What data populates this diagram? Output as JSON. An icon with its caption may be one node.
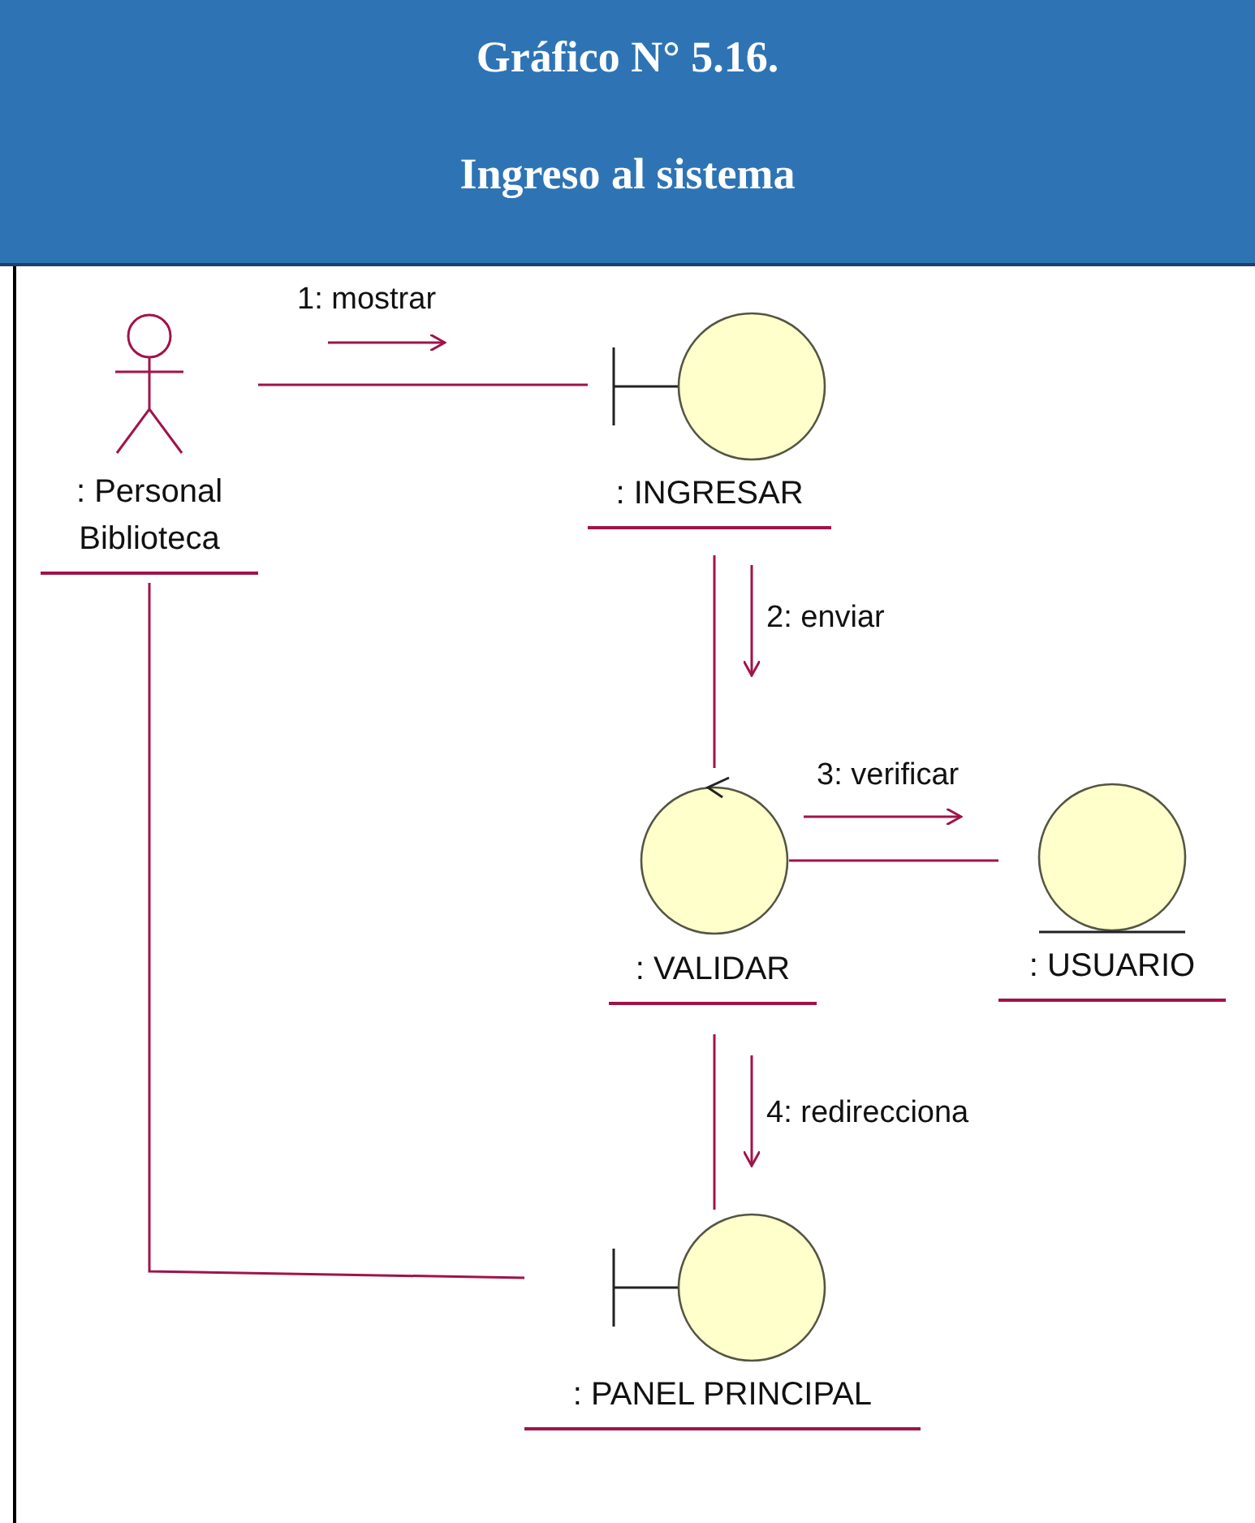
{
  "diagram": {
    "title": "Gráfico N° 5.16.",
    "labels": [
      "Ingreso al sistema"
    ],
    "nodes": [
      {
        "text": [
          ": Personal Biblioteca"
        ]
      },
      {
        "text": [
          ": INGRESAR"
        ]
      },
      {
        "text": [
          ": VALIDAR"
        ]
      },
      {
        "text": [
          ": USUARIO"
        ]
      },
      {
        "text": [
          ": PANEL PRINCIPAL"
        ]
      }
    ],
    "edges": [
      {
        "from": 0,
        "to": 1,
        "arrow": "none",
        "label": "1: mostrar"
      },
      {
        "from": 1,
        "to": 2,
        "arrow": "none",
        "label": "2: enviar"
      },
      {
        "from": 2,
        "to": 3,
        "arrow": "none",
        "label": "3: verificar"
      },
      {
        "from": 2,
        "to": 4,
        "arrow": "none",
        "label": "4: redirecciona"
      },
      {
        "from": 0,
        "to": 4,
        "arrow": "none"
      }
    ]
  }
}
